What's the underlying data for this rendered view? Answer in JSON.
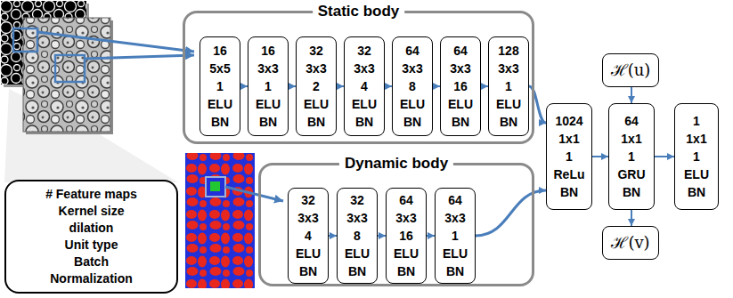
{
  "diagram": {
    "nodes": [
      {
        "text": [
          "Static body"
        ]
      },
      {
        "text": [
          "16",
          "5x5",
          "1",
          "ELU",
          "BN"
        ],
        "in": 0
      },
      {
        "text": [
          "16",
          "3x3",
          "1",
          "ELU",
          "BN"
        ],
        "in": 0
      },
      {
        "text": [
          "32",
          "3x3",
          "2",
          "ELU",
          "BN"
        ],
        "in": 0
      },
      {
        "text": [
          "32",
          "3x3",
          "4",
          "ELU",
          "BN"
        ],
        "in": 0
      },
      {
        "text": [
          "64",
          "3x3",
          "8",
          "ELU",
          "BN"
        ],
        "in": 0
      },
      {
        "text": [
          "64",
          "3x3",
          "16",
          "ELU",
          "BN"
        ],
        "in": 0
      },
      {
        "text": [
          "128",
          "3x3",
          "1",
          "ELU",
          "BN"
        ],
        "in": 0
      },
      {
        "text": [
          "Dynamic body"
        ]
      },
      {
        "text": [
          "32",
          "3x3",
          "4",
          "ELU",
          "BN"
        ],
        "in": 8
      },
      {
        "text": [
          "32",
          "3x3",
          "8",
          "ELU",
          "BN"
        ],
        "in": 8
      },
      {
        "text": [
          "64",
          "3x3",
          "16",
          "ELU",
          "BN"
        ],
        "in": 8
      },
      {
        "text": [
          "64",
          "3x3",
          "1",
          "ELU",
          "BN"
        ],
        "in": 8
      },
      {
        "text": [
          "1024",
          "1x1",
          "1",
          "ReLu",
          "BN"
        ]
      },
      {
        "text": [
          "ℋ(u)"
        ]
      },
      {
        "text": [
          "64",
          "1x1",
          "1",
          "GRU",
          "BN"
        ]
      },
      {
        "text": [
          "ℋ(v)"
        ]
      },
      {
        "text": [
          "1",
          "1x1",
          "1",
          "ELU",
          "BN"
        ]
      },
      {
        "text": [
          "# Feature maps",
          "Kernel size",
          "dilation",
          "Unit type",
          "Batch Normalization"
        ]
      }
    ],
    "edges": [
      {
        "from": 1,
        "to": 2,
        "arrow": "to"
      },
      {
        "from": 2,
        "to": 3,
        "arrow": "to"
      },
      {
        "from": 3,
        "to": 4,
        "arrow": "to"
      },
      {
        "from": 4,
        "to": 5,
        "arrow": "to"
      },
      {
        "from": 5,
        "to": 6,
        "arrow": "to"
      },
      {
        "from": 6,
        "to": 7,
        "arrow": "to"
      },
      {
        "from": 9,
        "to": 10,
        "arrow": "to"
      },
      {
        "from": 10,
        "to": 11,
        "arrow": "to"
      },
      {
        "from": 11,
        "to": 12,
        "arrow": "to"
      },
      {
        "from": 7,
        "to": 13,
        "arrow": "to"
      },
      {
        "from": 12,
        "to": 13,
        "arrow": "to"
      },
      {
        "from": 13,
        "to": 15,
        "arrow": "to"
      },
      {
        "from": 15,
        "to": 17,
        "arrow": "to"
      },
      {
        "from": 14,
        "to": 15,
        "arrow": "to"
      },
      {
        "from": 15,
        "to": 16,
        "arrow": "to"
      }
    ]
  }
}
